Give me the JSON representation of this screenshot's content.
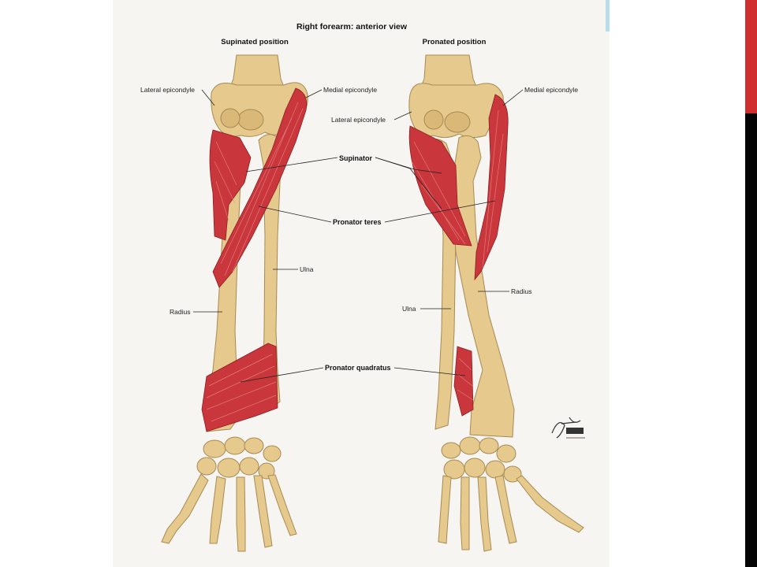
{
  "figure": {
    "title": "Right forearm: anterior view",
    "panels": [
      {
        "heading": "Supinated position"
      },
      {
        "heading": "Pronated position"
      }
    ],
    "labels": {
      "left_lateral_epicondyle": "Lateral epicondyle",
      "left_medial_epicondyle": "Medial epicondyle",
      "right_medial_epicondyle": "Medial epicondyle",
      "right_lateral_epicondyle": "Lateral epicondyle",
      "supinator": "Supinator",
      "pronator_teres": "Pronator teres",
      "left_ulna": "Ulna",
      "left_radius": "Radius",
      "right_radius": "Radius",
      "right_ulna": "Ulna",
      "pronator_quadratus": "Pronator quadratus"
    },
    "colors": {
      "bone": "#e6c98d",
      "muscle": "#c9363b",
      "plate_background": "#f6f5f1",
      "accent_red": "#d12f2f",
      "accent_black": "#050505",
      "accent_blue": "#b9dcea"
    }
  }
}
